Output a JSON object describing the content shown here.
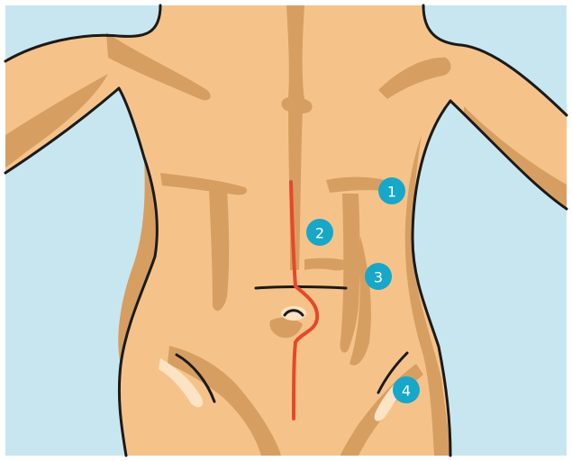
{
  "colors": {
    "background": "#c8e6ef",
    "skin": "#f5c38a",
    "muscle_shadow": "#d79e62",
    "highlight": "#fbe3c4",
    "outline": "#1a1a1a",
    "incision": "#e8472c",
    "marker": "#17a7c8",
    "marker_text": "#ffffff",
    "frame": "#ffffff"
  },
  "markers": [
    {
      "label": "1"
    },
    {
      "label": "2"
    },
    {
      "label": "3"
    },
    {
      "label": "4"
    }
  ]
}
